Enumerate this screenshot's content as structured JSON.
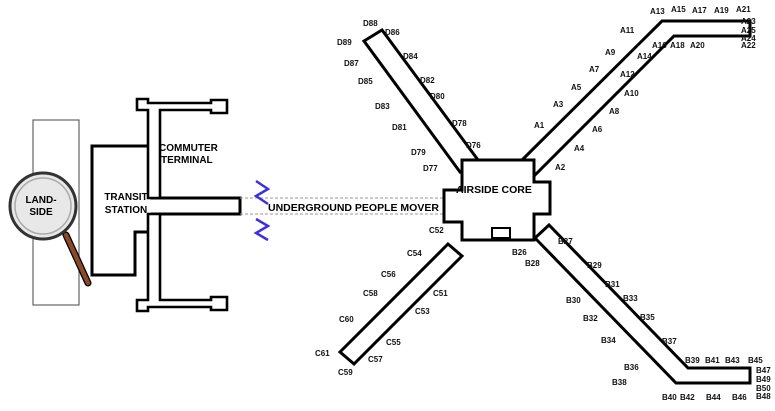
{
  "areas": {
    "landside_line1": "LAND-",
    "landside_line2": "SIDE",
    "transit_line1": "TRANSIT",
    "transit_line2": "STATION",
    "commuter_line1": "COMMUTER",
    "commuter_line2": "TERMINAL",
    "people_mover": "UNDERGROUND PEOPLE MOVER",
    "airside_core": "AIRSIDE CORE"
  },
  "gates": {
    "concourse_a": [
      "A1",
      "A2",
      "A3",
      "A4",
      "A5",
      "A6",
      "A7",
      "A8",
      "A9",
      "A10",
      "A11",
      "A12",
      "A13",
      "A14",
      "A15",
      "A16",
      "A17",
      "A18",
      "A19",
      "A20",
      "A21",
      "A22",
      "A23",
      "A24",
      "A25"
    ],
    "concourse_b": [
      "B26",
      "B27",
      "B28",
      "B29",
      "B30",
      "B31",
      "B32",
      "B33",
      "B34",
      "B35",
      "B36",
      "B37",
      "B38",
      "B39",
      "B40",
      "B41",
      "B42",
      "B43",
      "B44",
      "B45",
      "B46",
      "B47",
      "B48",
      "B49",
      "B50"
    ],
    "concourse_c": [
      "C51",
      "C52",
      "C53",
      "C54",
      "C55",
      "C56",
      "C57",
      "C58",
      "C59",
      "C60",
      "C61"
    ],
    "concourse_d": [
      "D76",
      "D77",
      "D78",
      "D79",
      "D80",
      "D81",
      "D82",
      "D83",
      "D84",
      "D85",
      "D86",
      "D87",
      "D88",
      "D89"
    ]
  },
  "colors": {
    "building_fill": "#ffffff",
    "outline": "#000000",
    "magnifier_handle": "#8a4a26",
    "break_marks": "#3b2fe0",
    "tunnel": "#9a9a9a"
  }
}
